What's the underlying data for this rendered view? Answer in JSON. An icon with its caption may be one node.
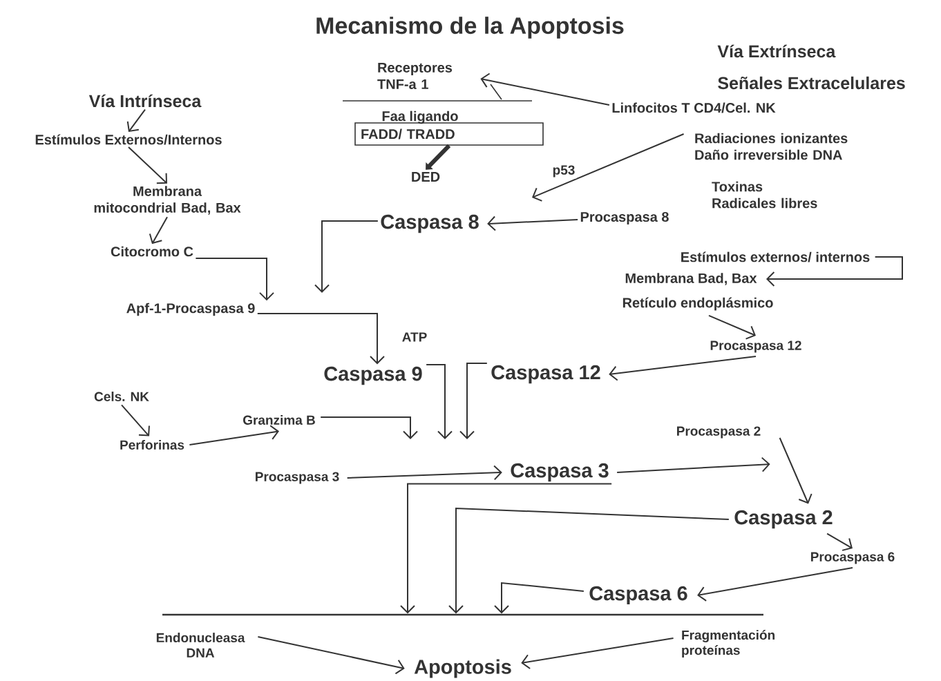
{
  "diagram": {
    "title": "Mecanismo de la Apoptosis",
    "nodes": [
      {
        "text": [
          "Vía Intrínseca"
        ]
      },
      {
        "text": [
          "Estímulos Externos/Internos"
        ]
      },
      {
        "text": [
          "Membrana mitocondrial Bad, Bax"
        ]
      },
      {
        "text": [
          "Citocromo C"
        ]
      },
      {
        "text": [
          "Apf-1-Procaspasa 9"
        ]
      },
      {
        "text": [
          "Receptores TNF-a 1"
        ]
      },
      {
        "text": [
          "Faa ligando",
          "FADD/ TRADD"
        ]
      },
      {
        "text": [
          "DED"
        ]
      },
      {
        "text": [
          "Linfocitos T CD4/Cel. NK"
        ]
      },
      {
        "text": [
          "Radiaciones ionizantes Daño irreversible DNA"
        ]
      },
      {
        "text": [
          "Toxinas Radicales libres"
        ]
      },
      {
        "text": [
          "Caspasa 8"
        ]
      },
      {
        "text": [
          "Procaspasa 8"
        ]
      },
      {
        "text": [
          "Estímulos externos/ internos"
        ]
      },
      {
        "text": [
          "Membrana Bad, Bax"
        ]
      },
      {
        "text": [
          "Retículo endoplásmico"
        ]
      },
      {
        "text": [
          "Procaspasa 12"
        ]
      },
      {
        "text": [
          "Caspasa 9"
        ]
      },
      {
        "text": [
          "Caspasa 12"
        ]
      },
      {
        "text": [
          "Cels. NK"
        ]
      },
      {
        "text": [
          "Perforinas"
        ]
      },
      {
        "text": [
          "Granzima B"
        ]
      },
      {
        "text": [
          "Procaspasa 3"
        ]
      },
      {
        "text": [
          "Caspasa 3"
        ]
      },
      {
        "text": [
          "Procaspasa 2"
        ]
      },
      {
        "text": [
          "Caspasa 2"
        ]
      },
      {
        "text": [
          "Procaspasa 6"
        ]
      },
      {
        "text": [
          "Caspasa 6"
        ]
      },
      {
        "text": [],
        "shape": "bar"
      },
      {
        "text": [
          "Endonucleasa DNA"
        ]
      },
      {
        "text": [
          "Fragmentación proteínas"
        ]
      },
      {
        "text": [
          "Apoptosis"
        ]
      }
    ],
    "edges": [
      {
        "from": 0,
        "to": 1,
        "arrow": "to"
      },
      {
        "from": 1,
        "to": 2,
        "arrow": "to"
      },
      {
        "from": 2,
        "to": 3,
        "arrow": "to"
      },
      {
        "from": 3,
        "to": 4,
        "arrow": "to"
      },
      {
        "from": 11,
        "to": null,
        "arrow": "to"
      },
      {
        "from": 4,
        "to": 17,
        "arrow": "to",
        "label": "ATP"
      },
      {
        "from": 6,
        "to": 7,
        "arrow": "to",
        "style": "thick"
      },
      {
        "from": 8,
        "to": 5,
        "arrow": "to"
      },
      {
        "from": 9,
        "to": null,
        "arrow": "to",
        "label": "p53"
      },
      {
        "from": 12,
        "to": 11,
        "arrow": "to"
      },
      {
        "from": 13,
        "to": 14,
        "arrow": "to"
      },
      {
        "from": 15,
        "to": 16,
        "arrow": "to"
      },
      {
        "from": 16,
        "to": 18,
        "arrow": "to"
      },
      {
        "from": 17,
        "to": null,
        "arrow": "to"
      },
      {
        "from": 18,
        "to": null,
        "arrow": "to"
      },
      {
        "from": 19,
        "to": 20,
        "arrow": "to"
      },
      {
        "from": 20,
        "to": 21,
        "arrow": "to"
      },
      {
        "from": 21,
        "to": null,
        "arrow": "to"
      },
      {
        "from": 22,
        "to": 23,
        "arrow": "to"
      },
      {
        "from": 23,
        "to": 24,
        "arrow": "to"
      },
      {
        "from": 24,
        "to": 25,
        "arrow": "to"
      },
      {
        "from": 23,
        "to": 28,
        "arrow": "to"
      },
      {
        "from": 25,
        "to": 28,
        "arrow": "to"
      },
      {
        "from": 25,
        "to": 26,
        "arrow": "to"
      },
      {
        "from": 26,
        "to": 27,
        "arrow": "to"
      },
      {
        "from": 27,
        "to": 28,
        "arrow": "to"
      },
      {
        "from": 29,
        "to": 31,
        "arrow": "to"
      },
      {
        "from": 30,
        "to": 31,
        "arrow": "to"
      }
    ],
    "labels": [
      "Vía Extrínseca",
      "Señales Extracelulares"
    ]
  }
}
